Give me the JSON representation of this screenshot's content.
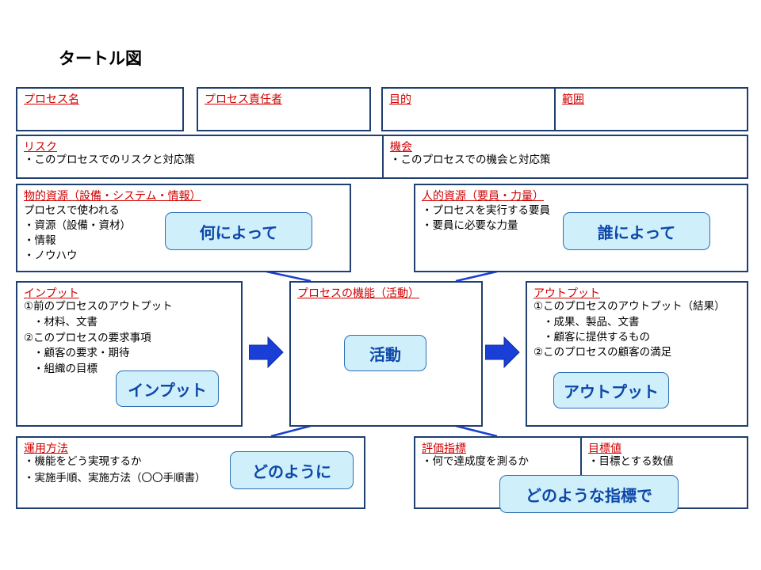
{
  "title": "タートル図",
  "process_name": {
    "header": "プロセス名"
  },
  "process_owner": {
    "header": "プロセス責任者"
  },
  "purpose": {
    "header": "目的"
  },
  "scope": {
    "header": "範囲"
  },
  "risk": {
    "header": "リスク",
    "lines": [
      "・このプロセスでのリスクと対応策"
    ]
  },
  "opportunity": {
    "header": "機会",
    "lines": [
      "・このプロセスでの機会と対応策"
    ]
  },
  "physical_resources": {
    "header": "物的資源（設備・システム・情報）",
    "lines": [
      "プロセスで使われる",
      "・資源（設備・資材）",
      "・情報",
      "・ノウハウ"
    ],
    "callout": "何によって"
  },
  "human_resources": {
    "header": "人的資源（要員・力量）",
    "lines": [
      "・プロセスを実行する要員",
      "・要員に必要な力量"
    ],
    "callout": "誰によって"
  },
  "input": {
    "header": "インプット",
    "lines": [
      "①前のプロセスのアウトプット",
      "・材料、文書",
      "②このプロセスの要求事項",
      "・顧客の要求・期待",
      "・組織の目標"
    ],
    "callout": "インプット"
  },
  "process_function": {
    "header": "プロセスの機能（活動）",
    "callout": "活動"
  },
  "output": {
    "header": "アウトプット",
    "lines": [
      "①このプロセスのアウトプット（結果）",
      "・成果、製品、文書",
      "・顧客に提供するもの",
      "②このプロセスの顧客の満足"
    ],
    "callout": "アウトプット"
  },
  "operation_method": {
    "header": "運用方法",
    "lines": [
      "・機能をどう実現するか",
      "・実施手順、実施方法（〇〇手順書）"
    ],
    "callout": "どのように"
  },
  "evaluation_index": {
    "header": "評価指標",
    "lines": [
      "・何で達成度を測るか"
    ],
    "callout": "どのような指標で"
  },
  "target_value": {
    "header": "目標値",
    "lines": [
      "・目標とする数値"
    ]
  },
  "colors": {
    "border": "#1f3f6e",
    "header_text": "#d00000",
    "callout_fill": "#cfeffb",
    "callout_text": "#0d47a8",
    "arrow": "#1a3fd6"
  }
}
